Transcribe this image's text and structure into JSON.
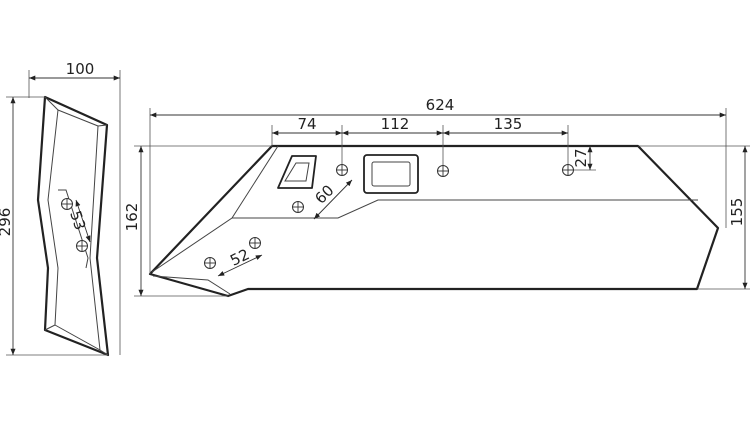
{
  "side_view": {
    "width_label": "100",
    "height_label": "296",
    "hole_spacing_label": "53"
  },
  "main_view": {
    "length_label": "624",
    "seg1_label": "74",
    "seg2_label": "112",
    "seg3_label": "135",
    "left_height_label": "162",
    "right_height_label": "155",
    "hole_offset_label": "27",
    "diag_spacing_upper_label": "60",
    "diag_spacing_lower_label": "52"
  }
}
